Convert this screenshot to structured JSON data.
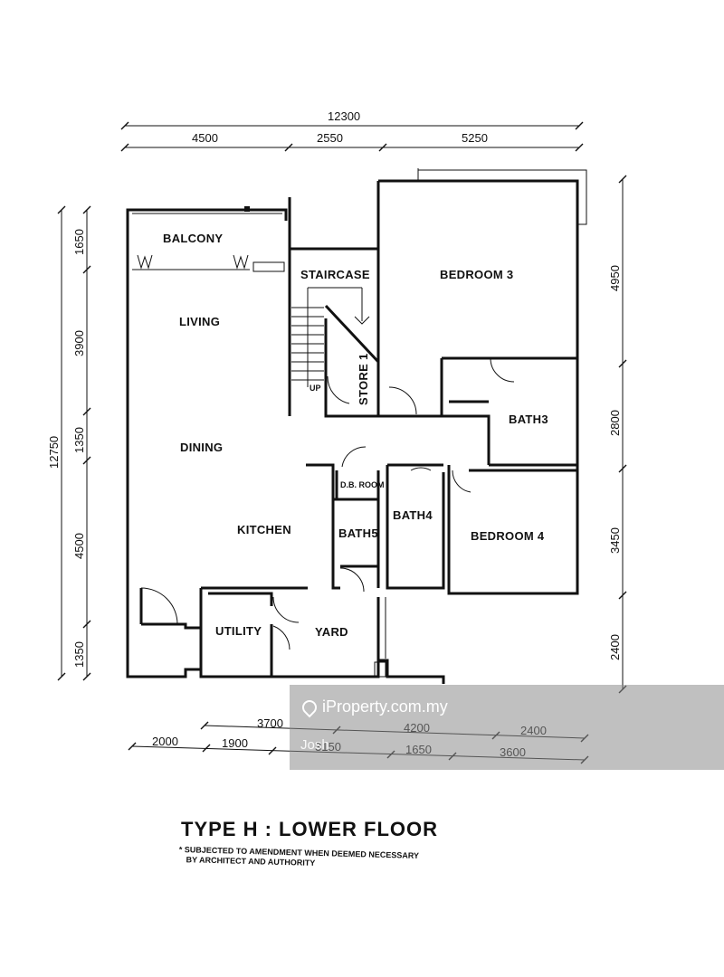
{
  "rooms": {
    "balcony": "BALCONY",
    "living": "LIVING",
    "dining": "DINING",
    "kitchen": "KITCHEN",
    "utility": "UTILITY",
    "yard": "YARD",
    "staircase": "STAIRCASE",
    "store1": "STORE 1",
    "up": "UP",
    "db_room": "D.B. ROOM",
    "bath5": "BATH5",
    "bath4": "BATH4",
    "bath3": "BATH3",
    "bedroom3": "BEDROOM 3",
    "bedroom4": "BEDROOM 4"
  },
  "dimensions": {
    "top_total": "12300",
    "top_segments": [
      "4500",
      "2550",
      "5250"
    ],
    "left_total": "12750",
    "left_segments": [
      "1650",
      "3900",
      "1350",
      "4500",
      "1350"
    ],
    "right_segments": [
      "4950",
      "2800",
      "3450",
      "2400"
    ],
    "bottom_row1": [
      "3700",
      "4200",
      "2400"
    ],
    "bottom_row2": [
      "2000",
      "1900",
      "3150",
      "1650",
      "3600"
    ]
  },
  "watermark": {
    "brand": "iProperty.com.my",
    "user": "Josh"
  },
  "caption": {
    "title": "TYPE H : LOWER FLOOR",
    "note_line1": "* SUBJECTED TO AMENDMENT WHEN DEEMED NECESSARY",
    "note_line2": "BY ARCHITECT AND AUTHORITY"
  }
}
